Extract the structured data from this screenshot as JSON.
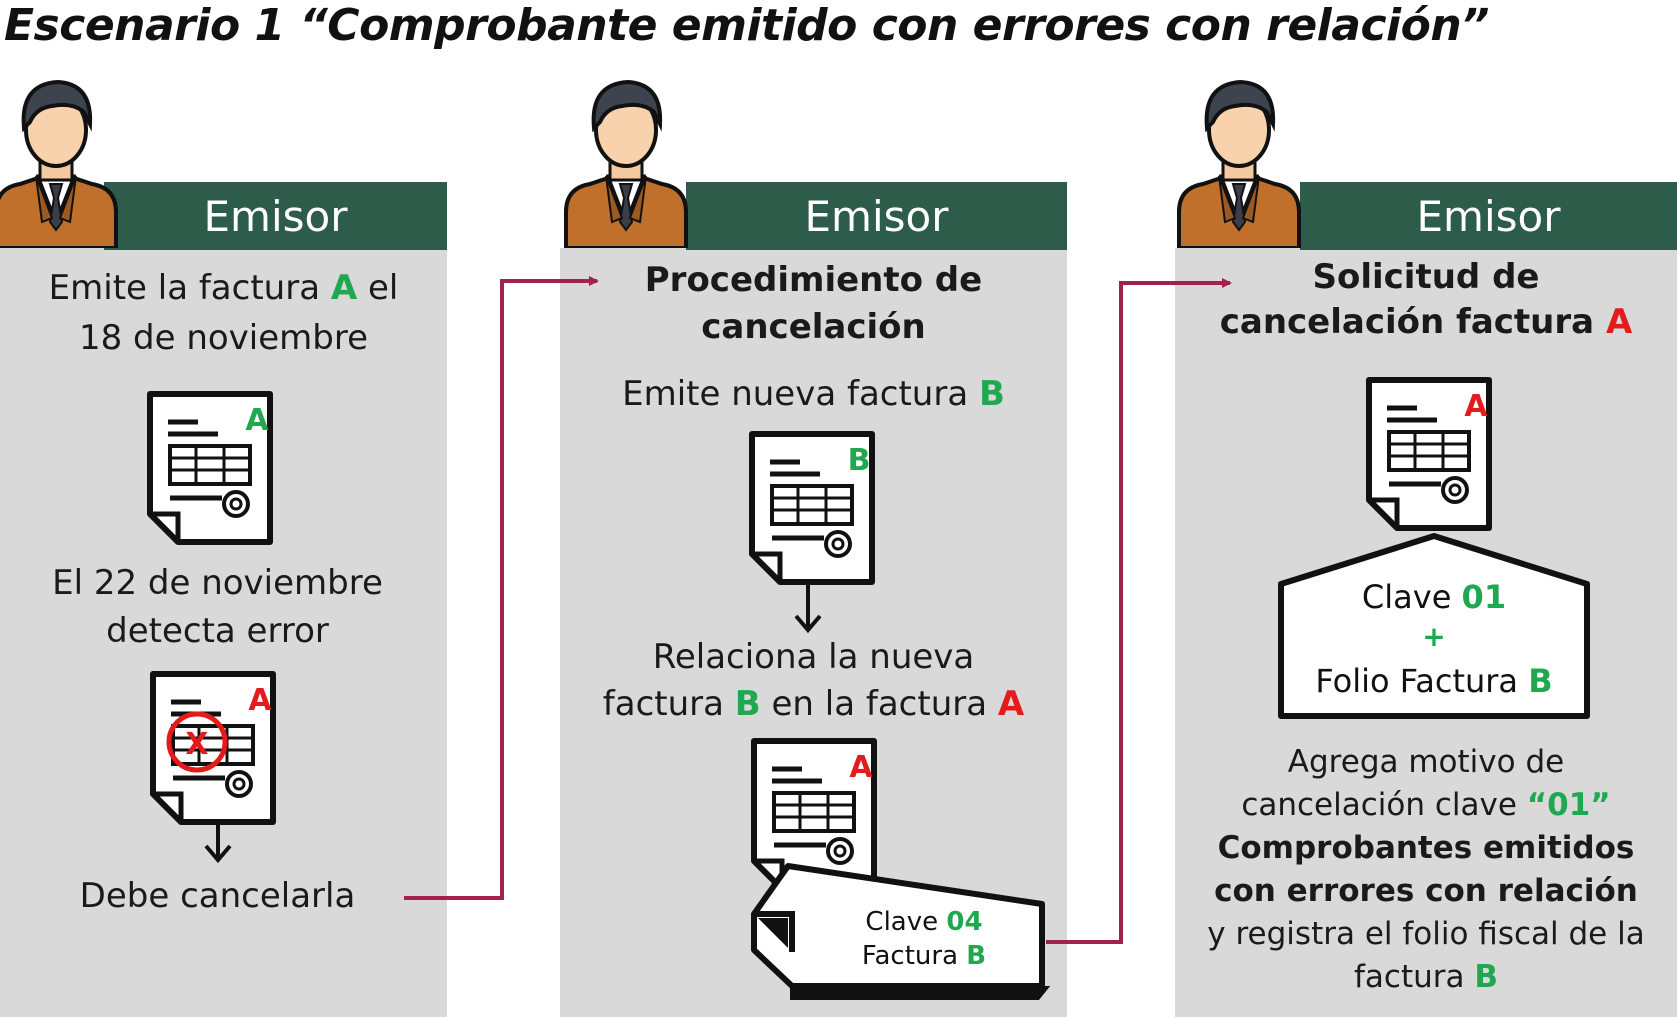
{
  "title": "Escenario 1 “Comprobante emitido con errores con relación”",
  "colors": {
    "header": "#2d5c4a",
    "panel": "#d9d9d9",
    "green": "#1fa84f",
    "red": "#e41b1b",
    "arrow": "#a3214e"
  },
  "columns": [
    {
      "header": "Emisor",
      "line1a": "Emite la factura ",
      "line1_letter": "A",
      "line1b": " el",
      "line2": "18 de noviembre",
      "doc1_letter": "A",
      "detect1": "El 22 de noviembre",
      "detect2": "detecta error",
      "doc2_letter": "A",
      "doc2_mark": "X",
      "must_cancel": "Debe cancelarla"
    },
    {
      "header": "Emisor",
      "heading1": "Procedimiento de",
      "heading2": "cancelación",
      "new_a": "Emite nueva factura ",
      "new_letter": "B",
      "doc1_letter": "B",
      "rel1": "Relaciona la nueva",
      "rel2a": "factura ",
      "rel2_b": "B",
      "rel2c": " en la factura ",
      "rel2_a": "A",
      "doc2_letter": "A",
      "tag_clave": "Clave ",
      "tag_clave_val": "04",
      "tag_factura": "Factura ",
      "tag_factura_val": "B"
    },
    {
      "header": "Emisor",
      "heading1": "Solicitud de",
      "heading2a": "cancelación factura ",
      "heading2_letter": "A",
      "doc_letter": "A",
      "env_clave": "Clave ",
      "env_clave_val": "01",
      "env_plus": "+",
      "env_folio": "Folio Factura ",
      "env_folio_val": "B",
      "p1": "Agrega motivo de",
      "p2a": "cancelación clave ",
      "p2_val": "“01”",
      "p3": "Comprobantes emitidos",
      "p4": "con errores con relación",
      "p5": "y registra el folio fiscal de la",
      "p6a": "factura ",
      "p6_val": "B"
    }
  ]
}
